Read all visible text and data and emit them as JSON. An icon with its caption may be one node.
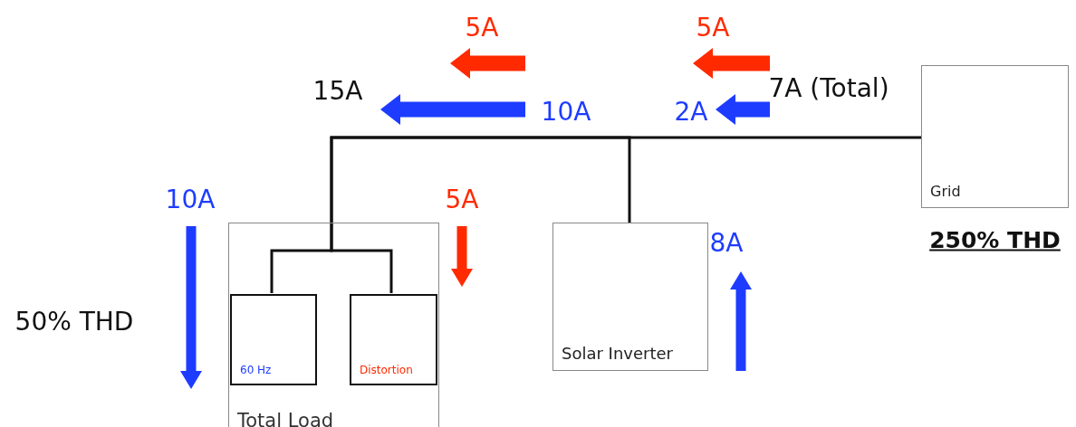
{
  "diagram": {
    "nodes": [
      {
        "text": [
          "Total Load"
        ]
      },
      {
        "text": [
          "60 Hz"
        ],
        "in": 0
      },
      {
        "text": [
          "Distortion"
        ],
        "in": 0
      },
      {
        "text": [
          "Solar Inverter"
        ],
        "beside": [
          "8A"
        ]
      },
      {
        "text": [
          "Grid"
        ],
        "beside": [
          "250% THD"
        ]
      }
    ],
    "edges": [
      {
        "from": 4,
        "to": 0,
        "arrow": "none"
      },
      {
        "from": 3,
        "to": 0,
        "arrow": "none"
      },
      {
        "from": 0,
        "to": 1,
        "arrow": "none"
      },
      {
        "from": 0,
        "to": 2,
        "arrow": "none"
      }
    ],
    "labels": [
      "5A",
      "5A",
      "15A",
      "10A",
      "2A",
      "7A (Total)",
      "10A",
      "5A",
      "50% THD"
    ]
  }
}
